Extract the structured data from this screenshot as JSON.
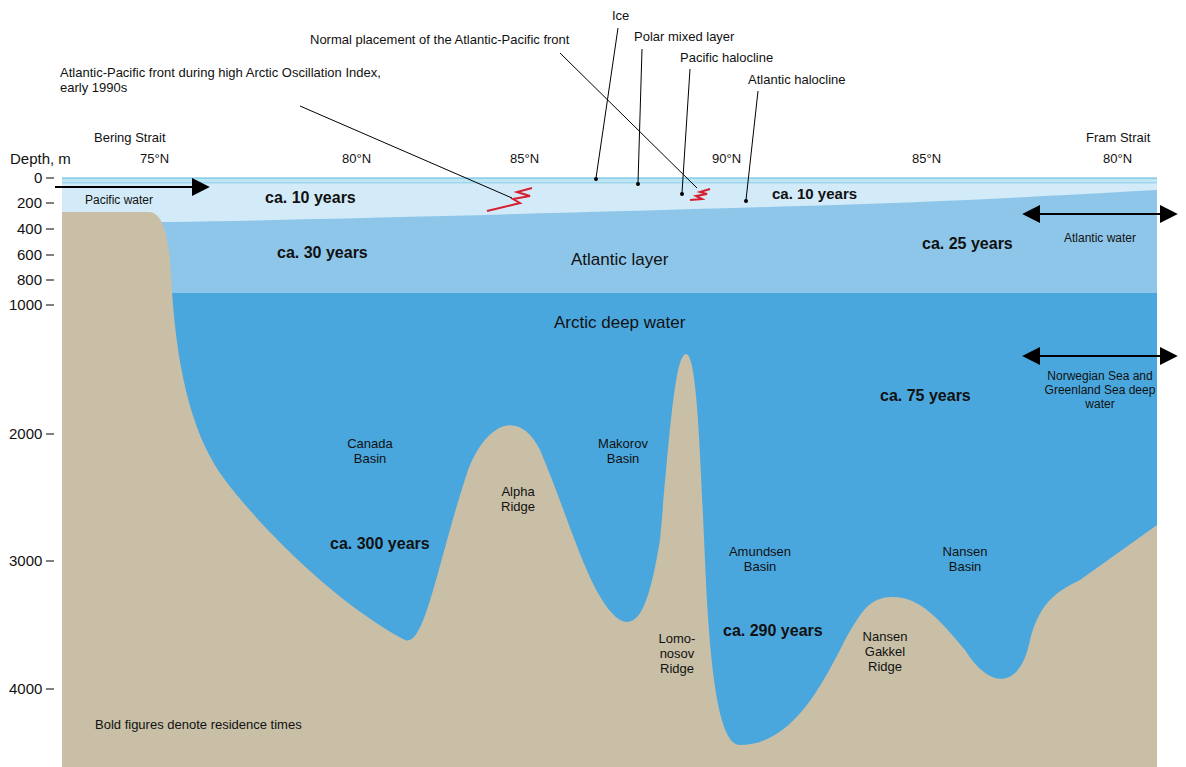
{
  "diagram": {
    "labels": [
      "Normal placement of the Atlantic-Pacific front",
      "Ice",
      "Polar mixed layer",
      "Pacific halocline",
      "Atlantic halocline",
      "Atlantic-Pacific front during high Arctic Oscillation Index, early 1990s",
      "Bering Strait",
      "Fram Strait",
      "Depth, m",
      "75°N",
      "80°N",
      "85°N",
      "90°N",
      "85°N",
      "80°N",
      "0",
      "200",
      "400",
      "600",
      "800",
      "1000",
      "2000",
      "3000",
      "4000",
      "Pacific water",
      "ca. 10 years",
      "ca. 10 years",
      "Atlantic water",
      "ca. 30 years",
      "Atlantic layer",
      "ca. 25 years",
      "Arctic deep water",
      "Norwegian Sea and Greenland Sea deep water",
      "ca. 75 years",
      "Canada Basin",
      "Makorov Basin",
      "Alpha Ridge",
      "ca. 300 years",
      "Amundsen Basin",
      "Nansen Basin",
      "Lomo- nosov Ridge",
      "ca. 290 years",
      "Nansen Gakkel Ridge",
      "Bold figures denote residence times"
    ]
  }
}
